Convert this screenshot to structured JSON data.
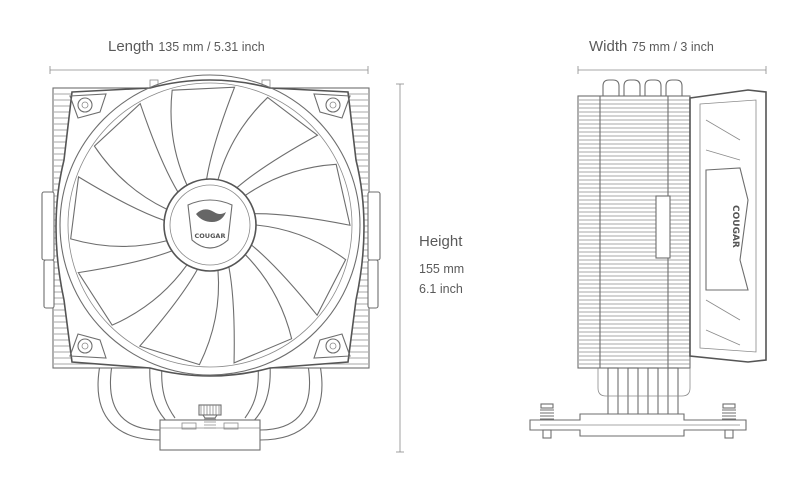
{
  "dimensions": {
    "length": {
      "title": "Length",
      "value": "135 mm / 5.31 inch"
    },
    "width": {
      "title": "Width",
      "value": "75 mm / 3 inch"
    },
    "height": {
      "title": "Height",
      "mm": "155 mm",
      "inch": "6.1 inch"
    }
  },
  "brand": {
    "front_logo_text": "COUGAR",
    "side_logo_text": "COUGAR"
  },
  "colors": {
    "line": "#6e6e6e",
    "text": "#5a5a5a",
    "background": "#ffffff"
  }
}
